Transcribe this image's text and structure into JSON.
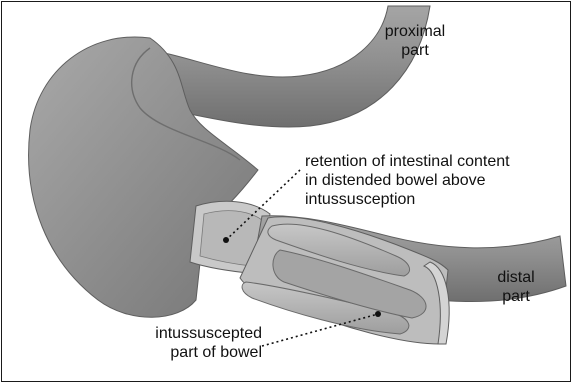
{
  "diagram": {
    "labels": {
      "proximal": "proximal\npart",
      "retention": "retention of intestinal content\nin distended bowel above\nintussusception",
      "distal": "distal\npart",
      "intussuscepted": "intussuscepted\npart of bowel"
    },
    "colors": {
      "border": "#1a1a1a",
      "bowel_fill": "#8c8c8c",
      "bowel_light": "#b3b3b3",
      "bowel_dark": "#6e6e6e",
      "lumen": "#d9d9d9",
      "text": "#111111"
    }
  }
}
